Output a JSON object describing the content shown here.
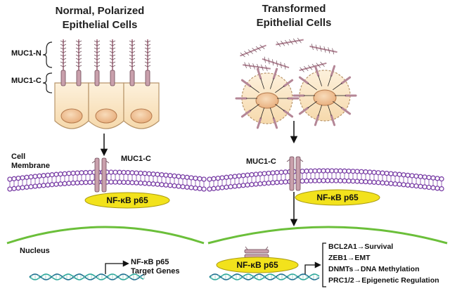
{
  "left_panel": {
    "title_line1": "Normal, Polarized",
    "title_line2": "Epithelial Cells",
    "label_muc1n": "MUC1-N",
    "label_muc1c": "MUC1-C",
    "label_membrane_line1": "Cell",
    "label_membrane_line2": "Membrane",
    "label_muc1c_membrane": "MUC1-C",
    "nfkb_label": "NF-κB p65",
    "label_nucleus": "Nucleus",
    "target_line1": "NF-κB p65",
    "target_line2": "Target Genes"
  },
  "right_panel": {
    "title_line1": "Transformed",
    "title_line2": "Epithelial Cells",
    "label_muc1c_membrane": "MUC1-C",
    "nfkb_label": "NF-κB p65",
    "nuclear_nfkb_label": "NF-κB p65",
    "outcomes": [
      "BCL2A1→Survival",
      "ZEB1→EMT",
      "DNMTs→DNA Methylation",
      "PRC1/2→Epigenetic Regulation"
    ]
  },
  "colors": {
    "membrane": "#7a3fa6",
    "muc1": "#c9a0ac",
    "muc1_stroke": "#6e4a58",
    "nfkb_fill": "#f2e21c",
    "nuclear_envelope": "#6bbf3a",
    "dna": "#2aa79a",
    "cell_fill": "#fbe8c8",
    "nucleus_fill": "#f3c79b"
  }
}
